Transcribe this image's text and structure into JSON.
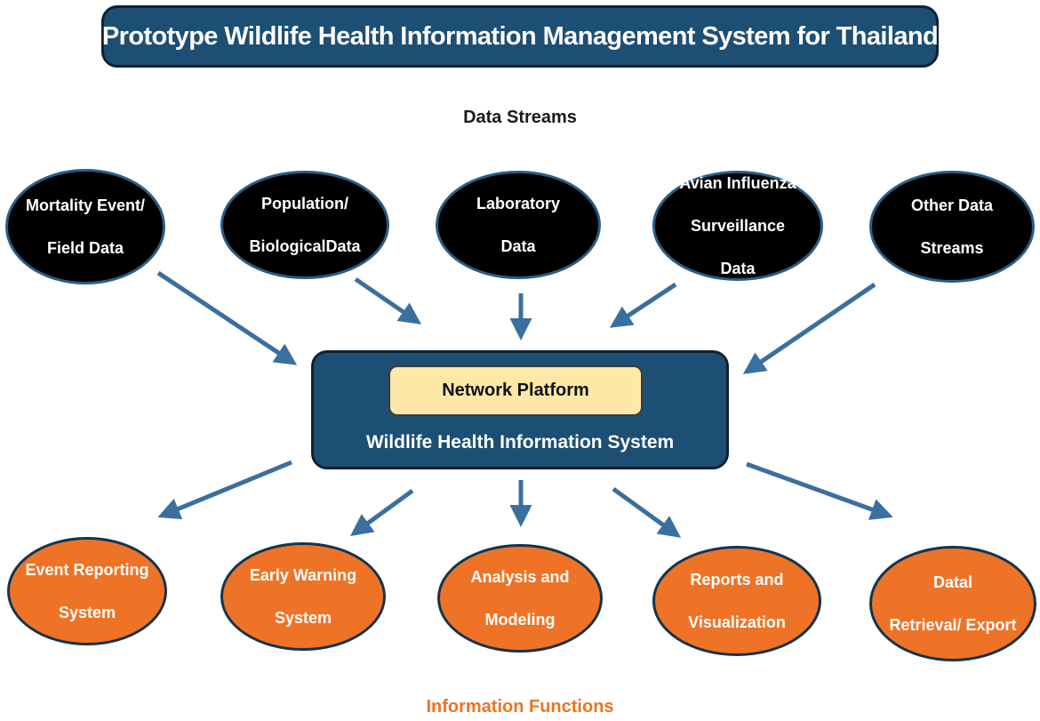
{
  "title": "Prototype Wildlife Health Information Management System for Thailand",
  "labels": {
    "data_streams": "Data Streams",
    "information_functions": "Information Functions"
  },
  "streams": [
    {
      "lines": [
        "Mortality Event/",
        "Field Data"
      ]
    },
    {
      "lines": [
        "Population/",
        "BiologicalData"
      ]
    },
    {
      "lines": [
        "Laboratory",
        "Data"
      ]
    },
    {
      "lines": [
        "Avian Influenza",
        "Surveillance",
        "Data"
      ]
    },
    {
      "lines": [
        "Other Data",
        "Streams"
      ]
    }
  ],
  "center": {
    "platform": "Network Platform",
    "system": "Wildlife Health Information System"
  },
  "functions": [
    {
      "lines": [
        "Event Reporting",
        "System"
      ]
    },
    {
      "lines": [
        "Early Warning",
        "System"
      ]
    },
    {
      "lines": [
        "Analysis and",
        "Modeling"
      ]
    },
    {
      "lines": [
        "Reports and",
        "Visualization"
      ]
    },
    {
      "lines": [
        "Datal",
        "Retrieval/ Export"
      ]
    }
  ],
  "colors": {
    "navy": "#1d4e73",
    "stream_fill": "#000000",
    "function_fill": "#ef7326",
    "platform_fill": "#fde8a8",
    "arrow": "#3a6f9f",
    "functions_label": "#ec7424"
  }
}
